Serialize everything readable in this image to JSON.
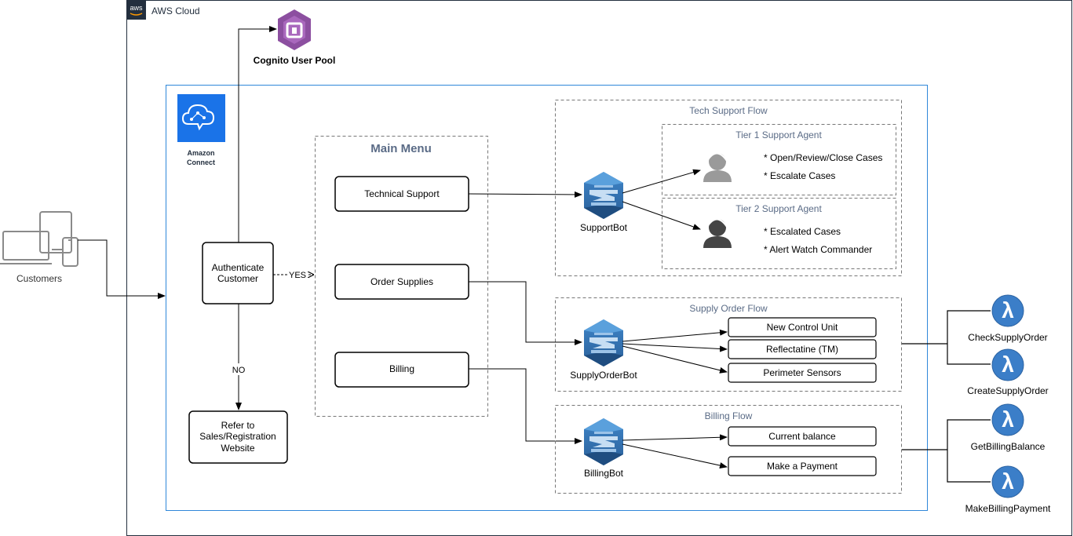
{
  "colors": {
    "aws_border": "#232f3e",
    "connect_border": "#2f87d9",
    "connect_blue": "#1a73e8",
    "cognito": "#8c4fa0",
    "lex": "#2e73b8",
    "lambda": "#3b7ec8",
    "dashed": "#777777",
    "group_title": "#5a6b86",
    "agent_gray": "#9a9a9a",
    "agent_dark": "#454545"
  },
  "aws_cloud": {
    "label": "AWS Cloud",
    "logo_text": "aws"
  },
  "cognito": {
    "label": "Cognito User Pool",
    "icon": "cognito-icon"
  },
  "customers": {
    "label": "Customers",
    "icon": "devices-icon"
  },
  "connect": {
    "label_line1": "Amazon",
    "label_line2": "Connect",
    "icon": "amazon-connect-icon"
  },
  "auth": {
    "line1": "Authenticate",
    "line2": "Customer",
    "yes_label": "YES",
    "no_label": "NO"
  },
  "refer": {
    "line1": "Refer to",
    "line2": "Sales/Registration",
    "line3": "Website"
  },
  "main_menu": {
    "title": "Main Menu",
    "items": [
      "Technical Support",
      "Order Supplies",
      "Billing"
    ]
  },
  "tech_flow": {
    "title": "Tech Support Flow",
    "bot": "SupportBot",
    "tier1": {
      "title": "Tier 1 Support Agent",
      "items": [
        "* Open/Review/Close Cases",
        "* Escalate Cases"
      ]
    },
    "tier2": {
      "title": "Tier 2 Support Agent",
      "items": [
        "* Escalated Cases",
        "* Alert Watch Commander"
      ]
    }
  },
  "supply_flow": {
    "title": "Supply Order Flow",
    "bot": "SupplyOrderBot",
    "items": [
      "New Control Unit",
      "Reflectatine (TM)",
      "Perimeter Sensors"
    ]
  },
  "billing_flow": {
    "title": "Billing Flow",
    "bot": "BillingBot",
    "items": [
      "Current balance",
      "Make a Payment"
    ]
  },
  "lambdas": [
    "CheckSupplyOrder",
    "CreateSupplyOrder",
    "GetBillingBalance",
    "MakeBillingPayment"
  ]
}
